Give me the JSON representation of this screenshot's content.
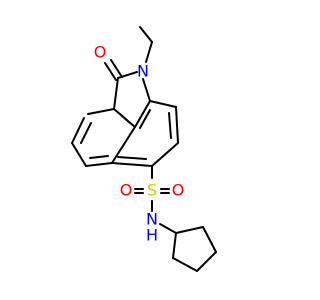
{
  "structure": {
    "type": "skeletal-formula",
    "colors": {
      "bond": "#000000",
      "carbon": "#000000",
      "oxygen": "#ff0000",
      "nitrogen": "#0000ff",
      "sulfur": "#cccc00",
      "hydrogen": "#0000ff"
    },
    "atom_labels": {
      "ring_nitrogen": "N",
      "carbonyl_oxygen": "O",
      "sulfonyl_sulfur": "S",
      "sulfonyl_oxygen_left": "O",
      "sulfonyl_oxygen_right": "O",
      "sulfonamide_nitrogen": "N",
      "sulfonamide_hydrogen": "H"
    }
  }
}
